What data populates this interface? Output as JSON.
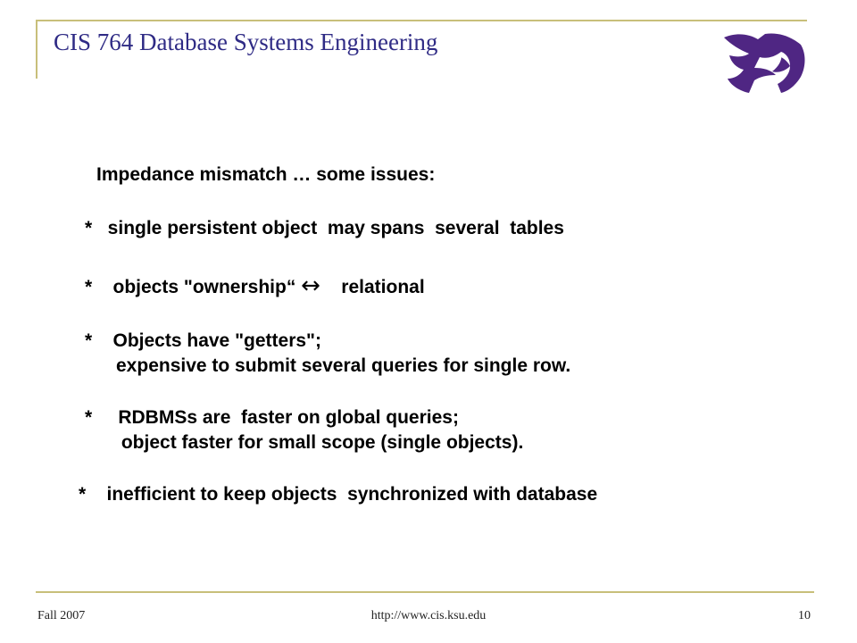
{
  "header": {
    "title": "CIS 764 Database Systems Engineering"
  },
  "logo": {
    "icon": "wildcat-logo-icon",
    "color": "#4f2683"
  },
  "body": {
    "heading": "Impedance mismatch … some issues:",
    "bullets": [
      {
        "lines": [
          "*   single persistent object  may spans  several  tables"
        ]
      },
      {
        "before": "*    objects \"ownership“ ",
        "arrow": "↔",
        "after": "    relational"
      },
      {
        "lines": [
          "*    Objects have \"getters\";",
          "      expensive to submit several queries for single row."
        ]
      },
      {
        "lines": [
          "*     RDBMSs are  faster on global queries;",
          "       object faster for small scope (single objects)."
        ]
      },
      {
        "lines": [
          "*    inefficient to keep objects  synchronized with database"
        ]
      }
    ]
  },
  "footer": {
    "left": "Fall 2007",
    "center": "http://www.cis.ksu.edu",
    "right": "10"
  },
  "colors": {
    "title": "#2f2b85",
    "rule": "#c8bf7a",
    "logo": "#4f2683"
  }
}
